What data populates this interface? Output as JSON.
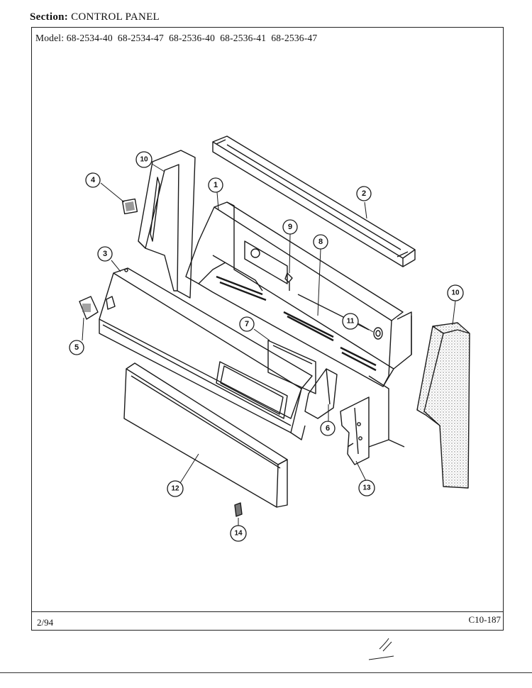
{
  "header": {
    "section_label": "Section:",
    "section_value": "CONTROL PANEL",
    "model_label": "Model:",
    "models": "68-2534-40  68-2534-47  68-2536-40  68-2536-41  68-2536-47"
  },
  "footer": {
    "date": "2/94",
    "code": "C10-187"
  },
  "callouts": {
    "c1": "1",
    "c2": "2",
    "c3": "3",
    "c4": "4",
    "c5": "5",
    "c6": "6",
    "c7": "7",
    "c8": "8",
    "c9": "9",
    "c10a": "10",
    "c10b": "10",
    "c11": "11",
    "c12": "12",
    "c13": "13",
    "c14": "14"
  },
  "colors": {
    "ink": "#1a1a1a",
    "stipple": "#b9b9b9"
  }
}
